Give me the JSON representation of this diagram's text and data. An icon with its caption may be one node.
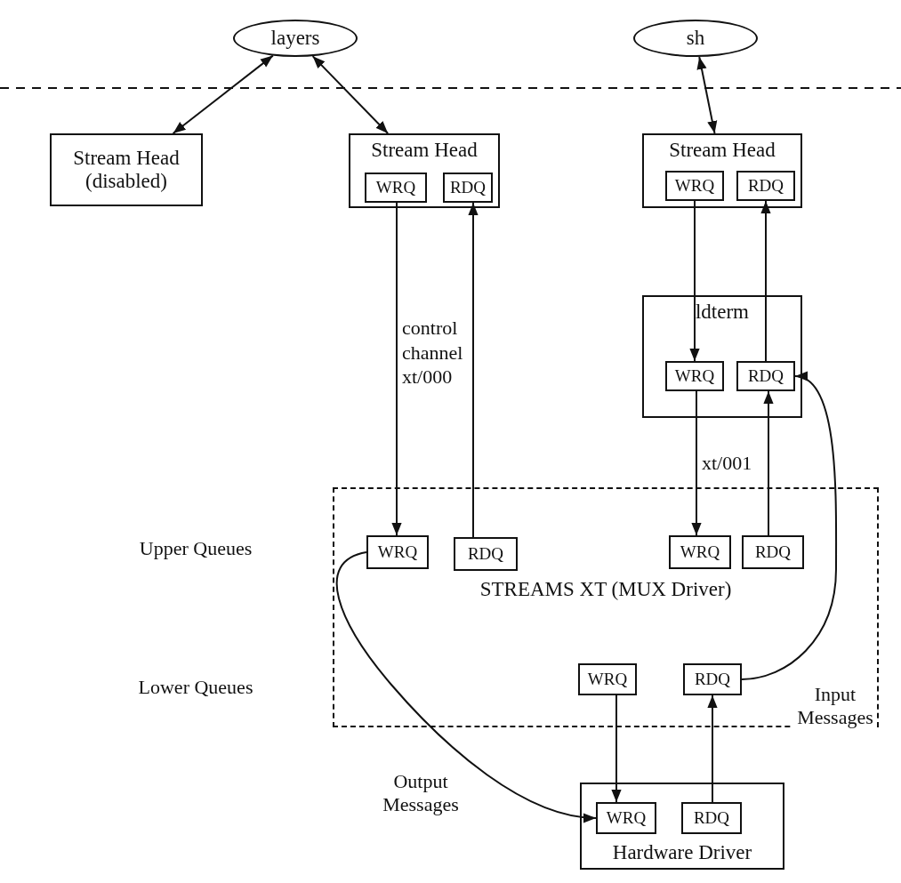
{
  "diagram": {
    "nodes": [
      {
        "text": [
          "layers"
        ]
      },
      {
        "text": [
          "sh"
        ]
      },
      {
        "text": [
          "Stream Head (disabled)"
        ]
      },
      {
        "text": [
          "Stream Head"
        ]
      },
      {
        "text": [
          "WRQ"
        ],
        "in": 3
      },
      {
        "text": [
          "RDQ"
        ],
        "in": 3
      },
      {
        "text": [
          "Stream Head"
        ]
      },
      {
        "text": [
          "WRQ"
        ],
        "in": 6
      },
      {
        "text": [
          "RDQ"
        ],
        "in": 6
      },
      {
        "text": [
          "ldterm"
        ]
      },
      {
        "text": [
          "WRQ"
        ],
        "in": 9
      },
      {
        "text": [
          "RDQ"
        ],
        "in": 9
      },
      {
        "text": [
          "STREAMS XT (MUX Driver)"
        ]
      },
      {
        "text": [
          "WRQ"
        ],
        "in": 12
      },
      {
        "text": [
          "RDQ"
        ],
        "in": 12
      },
      {
        "text": [
          "WRQ"
        ],
        "in": 12
      },
      {
        "text": [
          "RDQ"
        ],
        "in": 12
      },
      {
        "text": [
          "WRQ"
        ],
        "in": 12
      },
      {
        "text": [
          "RDQ"
        ],
        "in": 12
      },
      {
        "text": [
          "Hardware Driver"
        ]
      },
      {
        "text": [
          "WRQ"
        ],
        "in": 19
      },
      {
        "text": [
          "RDQ"
        ],
        "in": 19
      }
    ],
    "edges": [
      {
        "from": 0,
        "to": 2,
        "arrow": "both"
      },
      {
        "from": 0,
        "to": 3,
        "arrow": "both"
      },
      {
        "from": 1,
        "to": 6,
        "arrow": "both"
      },
      {
        "from": 4,
        "to": 13,
        "arrow": "to",
        "label": "control channel xt/000"
      },
      {
        "from": 14,
        "to": 5,
        "arrow": "to"
      },
      {
        "from": 7,
        "to": 10,
        "arrow": "to"
      },
      {
        "from": 11,
        "to": 8,
        "arrow": "to"
      },
      {
        "from": 10,
        "to": 15,
        "arrow": "to",
        "label": "xt/001"
      },
      {
        "from": 16,
        "to": 11,
        "arrow": "to"
      },
      {
        "from": 18,
        "to": 11,
        "arrow": "to"
      },
      {
        "from": 13,
        "to": 20,
        "arrow": "to"
      },
      {
        "from": 17,
        "to": 20,
        "arrow": "to"
      },
      {
        "from": 21,
        "to": 18,
        "arrow": "to"
      }
    ],
    "labels": [
      "Upper Queues",
      "Lower Queues",
      "Output Messages",
      "Input Messages"
    ]
  }
}
